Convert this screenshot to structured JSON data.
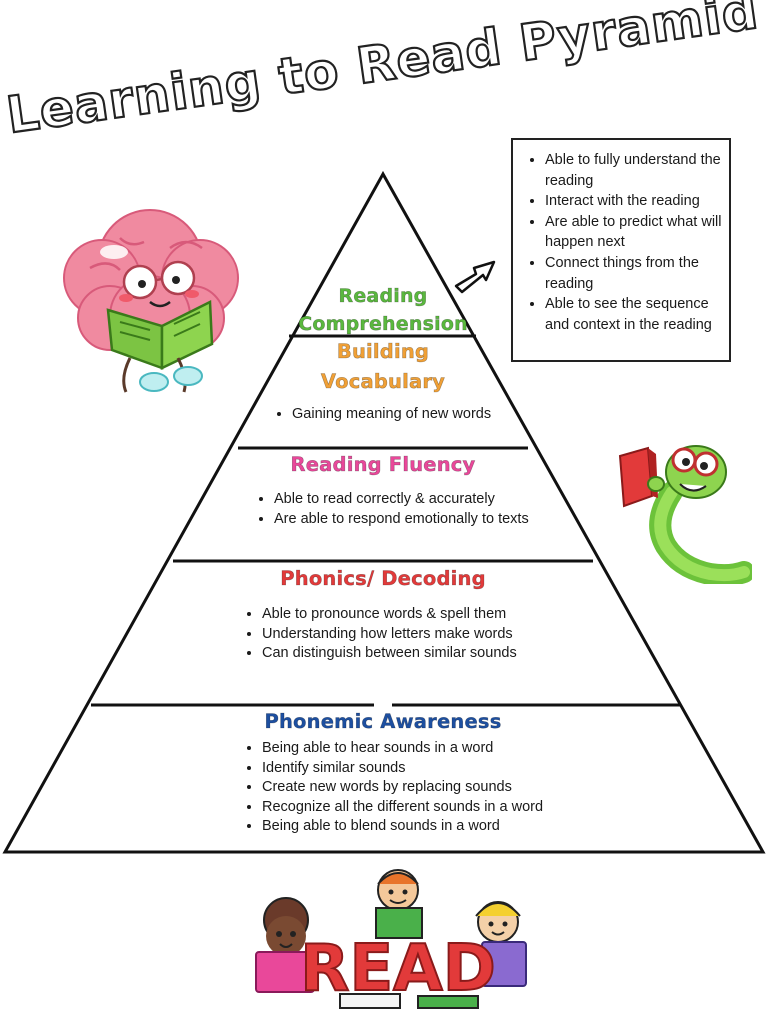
{
  "title": "Learning to Read Pyramid",
  "tiers": {
    "comprehension": {
      "title_line1": "Reading",
      "title_line2": "Comprehension",
      "color": "#5ab83e",
      "bullets": [
        "Able to  fully understand the reading",
        "Interact with the reading",
        "Are able to predict what will happen next",
        "Connect things from the reading",
        "Able to see the sequence and context in the reading"
      ]
    },
    "vocabulary": {
      "title_line1": "Building",
      "title_line2": "Vocabulary",
      "color": "#f0a036",
      "bullets": [
        "Gaining meaning of new words"
      ]
    },
    "fluency": {
      "title": "Reading Fluency",
      "color": "#e9489a",
      "bullets": [
        "Able to read correctly & accurately",
        "Are able to respond emotionally to texts"
      ]
    },
    "phonics": {
      "title": "Phonics/ Decoding",
      "color": "#e23a3a",
      "bullets": [
        "Able to pronounce words & spell them",
        "Understanding how letters make words",
        "Can distinguish between similar sounds"
      ]
    },
    "phonemic": {
      "title": "Phonemic Awareness",
      "color": "#1d4fa0",
      "bullets": [
        "Being able to hear sounds in a word",
        "Identify similar sounds",
        "Create new words by replacing sounds",
        "Recognize all the different sounds in a word",
        "Being able to blend sounds in a word"
      ]
    }
  },
  "illustrations": {
    "brain": "brain-reading-icon",
    "worm": "bookworm-icon",
    "arrow": "arrow-icon",
    "read_banner": {
      "text": "READ",
      "color": "#e23a3a"
    }
  }
}
